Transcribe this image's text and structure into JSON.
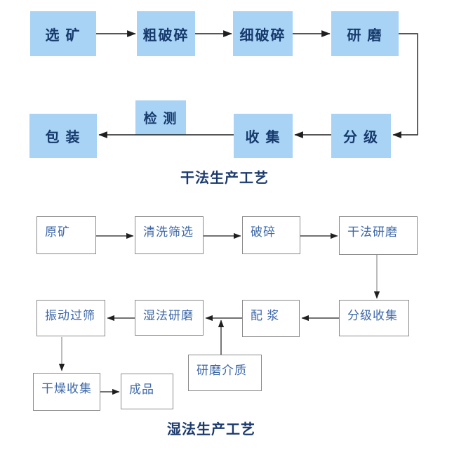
{
  "dry_process": {
    "title": "干法生产工艺",
    "nodes": {
      "ore_selection": "选 矿",
      "coarse_crushing": "粗破碎",
      "fine_crushing": "细破碎",
      "grinding": "研 磨",
      "classification": "分 级",
      "collection": "收 集",
      "inspection": "检 测",
      "packaging": "包 装"
    }
  },
  "wet_process": {
    "title": "湿法生产工艺",
    "nodes": {
      "raw_ore": "原矿",
      "washing_screening": "清洗筛选",
      "crushing": "破碎",
      "dry_grinding": "干法研磨",
      "classify_collect": "分级收集",
      "slurry_mixing": "配 浆",
      "wet_grinding": "湿法研磨",
      "vibrating_screen": "振动过筛",
      "grinding_media": "研磨介质",
      "drying_collect": "干燥收集",
      "finished_product": "成品"
    }
  },
  "colors": {
    "node_fill": "#a8d3f4",
    "node_text": "#173a6d",
    "wet_node_border": "#8a8a8a",
    "wet_node_text": "#3e68a8",
    "title_text": "#1c3a6e",
    "arrow": "#1f1f1f",
    "connector_gray": "#909090"
  }
}
